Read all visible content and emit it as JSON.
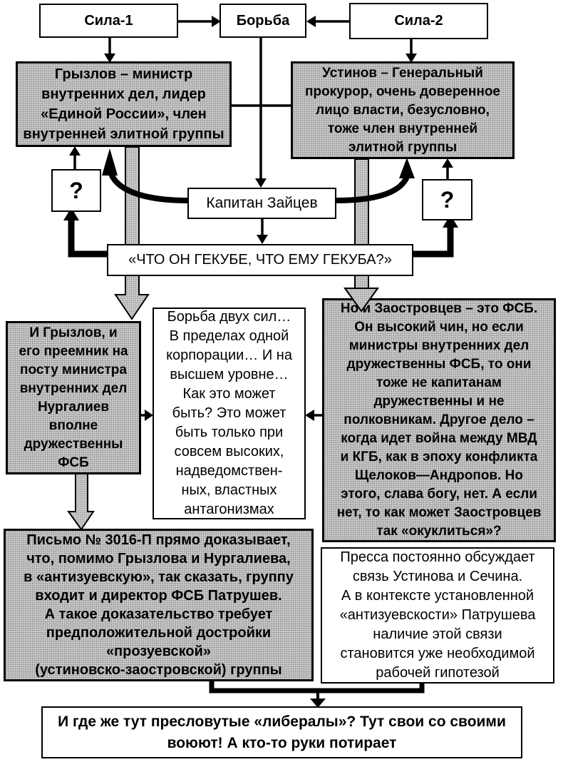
{
  "colors": {
    "background": "#ffffff",
    "border": "#000000",
    "text": "#000000",
    "gray_fill": "#c9c9c9",
    "gray_dot": "#8a8a8a"
  },
  "diagram": {
    "nodes": {
      "sila1": {
        "text": "Сила-1"
      },
      "borba": {
        "text": "Борьба"
      },
      "sila2": {
        "text": "Сила-2"
      },
      "gryzlov": {
        "text": "Грызлов – министр\nвнутренних дел, лидер\n«Единой России», член\nвнутренней элитной группы"
      },
      "ustinov": {
        "text": "Устинов – Генеральный\nпрокурор, очень доверенное\nлицо власти, безусловно,\nтоже член внутренней\nэлитной группы"
      },
      "q_left": {
        "text": "?"
      },
      "zaytsev": {
        "text": "Капитан Зайцев"
      },
      "q_right": {
        "text": "?"
      },
      "gekuba": {
        "text": "«ЧТО ОН ГЕКУБЕ, ЧТО ЕМУ ГЕКУБА?»"
      },
      "igryzlov": {
        "text": "И Грызлов, и\nего преемник на\nпосту министра\nвнутренних дел\nНургалиев\nвполне\nдружественны\nФСБ"
      },
      "middle": {
        "text": "Борьба двух сил…\nВ пределах одной\nкорпорации… И на\nвысшем уровне…\nКак это может\nбыть? Это может\nбыть только при\nсовсем высоких,\nнадведомствен-\nных, властных\nантагонизмах"
      },
      "zaostr": {
        "text": "Но и Заостровцев – это ФСБ.\nОн высокий чин, но если\nминистры внутренних дел\nдружественны ФСБ, то они\nтоже не капитанам\nдружественны и не\nполковникам. Другое дело –\nкогда идет война между МВД\nи КГБ, как в эпоху конфликта\nЩелоков—Андропов. Но\nэтого, слава богу, нет. А если\nнет, то как может Заостровцев\nтак «окуклиться»?"
      },
      "pismo": {
        "text": "Письмо № 3016-П прямо доказывает,\nчто, помимо Грызлова и Нургалиева,\nв «антизуевскую», так сказать, группу\nвходит и директор ФСБ Патрушев.\nА такое доказательство требует\nпредположительной достройки\n«прозуевской»\n(устиновско-заостровской) группы"
      },
      "pressa": {
        "text": "Пресса постоянно обсуждает\nсвязь Устинова и Сечина.\nА в контексте установленной\n«антизуевскости» Патрушева\nналичие этой связи\nстановится уже необходимой\nрабочей гипотезой"
      },
      "final": {
        "text": "И где же тут пресловутые «либералы»? Тут свои со своими\nвоюют! А кто-то руки потирает"
      }
    },
    "edges": [
      {
        "from": "sila1",
        "to": "borba",
        "style": "thin-arrow"
      },
      {
        "from": "sila2",
        "to": "borba",
        "style": "thin-arrow"
      },
      {
        "from": "sila1",
        "to": "gryzlov",
        "style": "thin-arrow"
      },
      {
        "from": "sila2",
        "to": "ustinov",
        "style": "thin-arrow"
      },
      {
        "from": "borba",
        "to": "zaytsev",
        "style": "thin-arrow-through-cross"
      },
      {
        "from": "gryzlov",
        "to": "ustinov",
        "style": "thin-line"
      },
      {
        "from": "zaytsev",
        "to": "gekuba",
        "style": "thin-arrow"
      },
      {
        "from": "zaytsev",
        "to": "gryzlov",
        "style": "thick-curved-arrow"
      },
      {
        "from": "zaytsev",
        "to": "ustinov",
        "style": "thick-curved-arrow"
      },
      {
        "from": "gekuba",
        "to": "q_left",
        "style": "thick-elbow-arrow"
      },
      {
        "from": "gekuba",
        "to": "q_right",
        "style": "thick-elbow-arrow"
      },
      {
        "from": "q_left",
        "to": "gryzlov",
        "style": "thin-arrow"
      },
      {
        "from": "q_right",
        "to": "ustinov",
        "style": "thin-arrow"
      },
      {
        "from": "gryzlov",
        "to": "igryzlov",
        "style": "gray-3d-arrow"
      },
      {
        "from": "ustinov",
        "to": "zaostr",
        "style": "gray-3d-arrow"
      },
      {
        "from": "igryzlov",
        "to": "middle",
        "style": "thin-arrow"
      },
      {
        "from": "zaostr",
        "to": "middle",
        "style": "thin-arrow"
      },
      {
        "from": "igryzlov",
        "to": "pismo",
        "style": "gray-3d-arrow"
      },
      {
        "from": "pismo",
        "to": "final",
        "style": "thick-elbow-merge-arrow"
      },
      {
        "from": "pressa",
        "to": "final",
        "style": "thick-elbow-merge-arrow"
      }
    ]
  }
}
